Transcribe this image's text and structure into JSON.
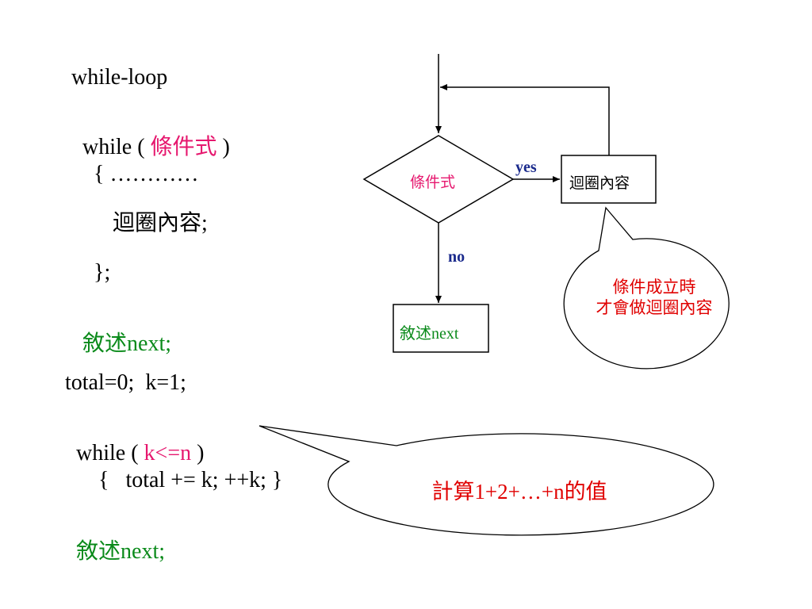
{
  "code1": {
    "title": "while-loop",
    "while_prefix": "while ( ",
    "condition": "條件式",
    "while_suffix": " )",
    "open_brace": "{ …………",
    "body": "迴圈內容;",
    "close_brace": "};",
    "next_prefix": "敘述",
    "next_suffix": "next;"
  },
  "code2": {
    "line1": "total=0;  k=1;",
    "while_prefix": "while ( ",
    "condition": "k<=n",
    "while_suffix": " )",
    "body": "{   total += k; ++k; }",
    "next_prefix": "敘述",
    "next_suffix": "next;"
  },
  "flowchart": {
    "decision": "條件式",
    "yes": "yes",
    "no": "no",
    "loop_box": "迴圈內容",
    "next_box_prefix": "敘述",
    "next_box_suffix": "next"
  },
  "callouts": {
    "loop_note_line1": "條件成立時",
    "loop_note_line2": "才會做迴圈內容",
    "sum_note": "計算1+2+…+n的值"
  },
  "colors": {
    "condition": "#e6176e",
    "statement": "#0a8a1a",
    "note": "#e00000",
    "branch_label": "#1a2a8c"
  }
}
